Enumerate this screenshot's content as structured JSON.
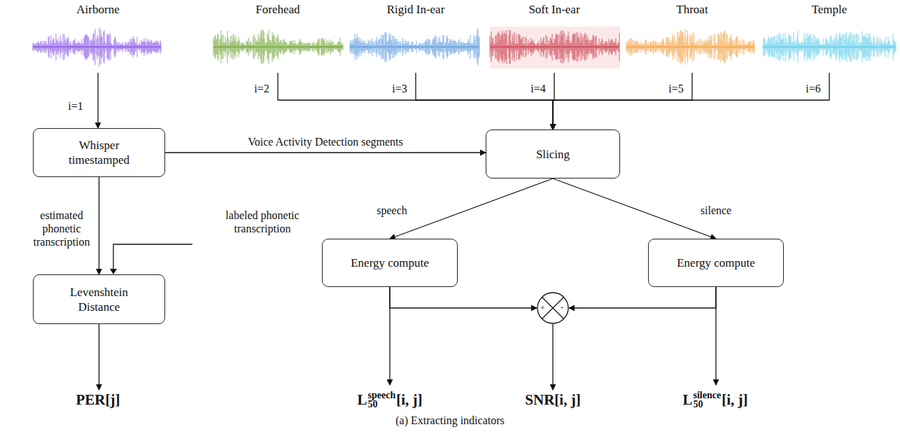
{
  "diagram": {
    "caption": "(a) Extracting indicators",
    "nodes": [
      {
        "text": [
          "Airborne"
        ]
      },
      {
        "text": [
          "Forehead"
        ]
      },
      {
        "text": [
          "Rigid In-ear"
        ]
      },
      {
        "text": [
          "Soft In-ear"
        ]
      },
      {
        "text": [
          "Throat"
        ]
      },
      {
        "text": [
          "Temple"
        ]
      },
      {
        "text": [
          "Whisper timestamped"
        ]
      },
      {
        "text": [
          "Slicing"
        ]
      },
      {
        "text": [
          "Levenshtein Distance"
        ]
      },
      {
        "text": [
          "Energy compute"
        ]
      },
      {
        "text": [
          "Energy compute"
        ]
      },
      {
        "text": [
          "+",
          "-"
        ]
      },
      {
        "text": [
          "PER[j]"
        ]
      },
      {
        "text": [
          "L",
          "50",
          "speech",
          "[i, j]"
        ]
      },
      {
        "text": [
          "SNR[i, j]"
        ]
      },
      {
        "text": [
          "L",
          "50",
          "silence",
          "[i, j]"
        ]
      }
    ],
    "edges": [
      {
        "from": 0,
        "to": 6,
        "arrow": "to",
        "label": "i=1"
      },
      {
        "from": 1,
        "to": 7,
        "arrow": "to",
        "label": "i=2"
      },
      {
        "from": 2,
        "to": 7,
        "arrow": "to",
        "label": "i=3"
      },
      {
        "from": 3,
        "to": 7,
        "arrow": "to",
        "label": "i=4"
      },
      {
        "from": 4,
        "to": 7,
        "arrow": "to",
        "label": "i=5"
      },
      {
        "from": 5,
        "to": 7,
        "arrow": "to",
        "label": "i=6"
      },
      {
        "from": 6,
        "to": 7,
        "arrow": "to",
        "label": "Voice Activity Detection segments"
      },
      {
        "from": 6,
        "to": 8,
        "arrow": "to",
        "label": "estimated phonetic transcription"
      },
      {
        "from": 7,
        "to": 9,
        "arrow": "to",
        "label": "speech"
      },
      {
        "from": 7,
        "to": 10,
        "arrow": "to",
        "label": "silence"
      },
      {
        "from": 8,
        "to": 12,
        "arrow": "to"
      },
      {
        "from": 9,
        "to": 13,
        "arrow": "to"
      },
      {
        "from": 9,
        "to": 11,
        "arrow": "to"
      },
      {
        "from": 10,
        "to": 15,
        "arrow": "to"
      },
      {
        "from": 10,
        "to": 11,
        "arrow": "to"
      },
      {
        "from": 11,
        "to": 14,
        "arrow": "to"
      }
    ],
    "labels": [
      "labeled phonetic transcription"
    ]
  }
}
